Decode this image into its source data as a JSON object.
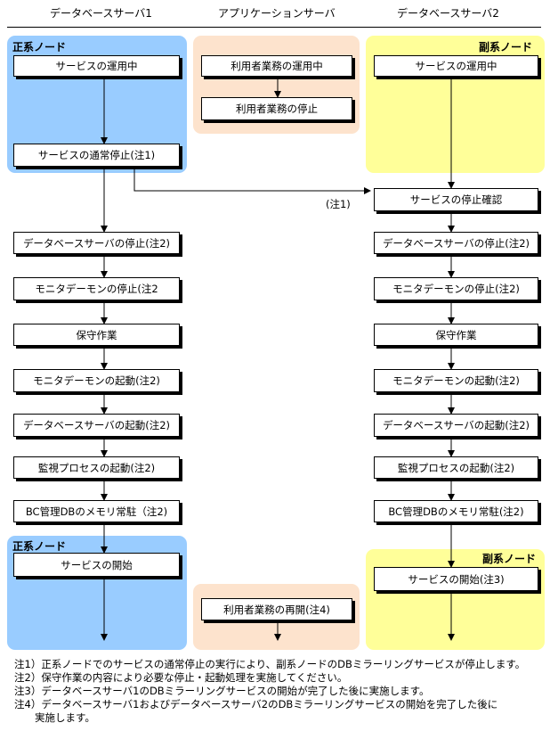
{
  "headers": {
    "col1": "データベースサーバ1",
    "col2": "アプリケーションサーバ",
    "col3": "データベースサーバ2"
  },
  "regions": {
    "primary_top": "正系ノード",
    "secondary_top": "副系ノード",
    "primary_bottom": "正系ノード",
    "secondary_bottom": "副系ノード"
  },
  "db1_steps": {
    "service_running": "サービスの運用中",
    "service_normal_stop": "サービスの通常停止(注1)",
    "db_server_stop": "データベースサーバの停止(注2)",
    "monitor_stop": "モニタデーモンの停止(注2",
    "maintenance": "保守作業",
    "monitor_start": "モニタデーモンの起動(注2)",
    "db_server_start": "データベースサーバの起動(注2)",
    "watch_process_start": "監視プロセスの起動(注2)",
    "bc_resident": "BC管理DBのメモリ常駐（注2)",
    "service_start": "サービスの開始"
  },
  "app_steps": {
    "user_ops_running": "利用者業務の運用中",
    "user_ops_stop": "利用者業務の停止",
    "user_ops_resume": "利用者業務の再開(注4)"
  },
  "db2_steps": {
    "service_running": "サービスの運用中",
    "service_stop_confirm": "サービスの停止確認",
    "db_server_stop": "データベースサーバの停止(注2)",
    "monitor_stop": "モニタデーモンの停止(注2)",
    "maintenance": "保守作業",
    "monitor_start": "モニタデーモンの起動(注2)",
    "db_server_start": "データベースサーバの起動(注2)",
    "watch_process_start": "監視プロセスの起動(注2)",
    "bc_resident": "BC管理DBのメモリ常駐(注2)",
    "service_start": "サービスの開始(注3)"
  },
  "arrow_note": "(注1)",
  "notes": [
    "注1）正系ノードでのサービスの通常停止の実行により、副系ノードのDBミラーリングサービスが停止します。",
    "注2）保守作業の内容により必要な停止・起動処理を実施してください。",
    "注3）データベースサーバ1のDBミラーリングサービスの開始が完了した後に実施します。",
    "注4）データベースサーバ1およびデータベースサーバ2のDBミラーリングサービスの開始を完了した後に",
    "　　実施します。"
  ],
  "colors": {
    "primary_region": "#99ccff",
    "app_region": "#fde3cd",
    "secondary_region": "#ffff99"
  }
}
